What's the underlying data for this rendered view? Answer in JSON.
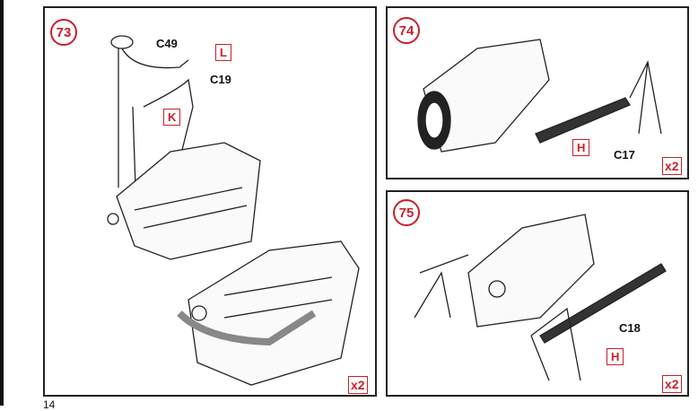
{
  "page_number": "14",
  "steps": [
    {
      "number": "73",
      "parts": [
        "C49",
        "C19"
      ],
      "tags": [
        "L",
        "K"
      ],
      "quantity": "x2"
    },
    {
      "number": "74",
      "parts": [
        "C17"
      ],
      "tags": [
        "H"
      ],
      "quantity": "x2"
    },
    {
      "number": "75",
      "parts": [
        "C18"
      ],
      "tags": [
        "H"
      ],
      "quantity": "x2"
    }
  ],
  "colors": {
    "accent": "#c8202a"
  }
}
